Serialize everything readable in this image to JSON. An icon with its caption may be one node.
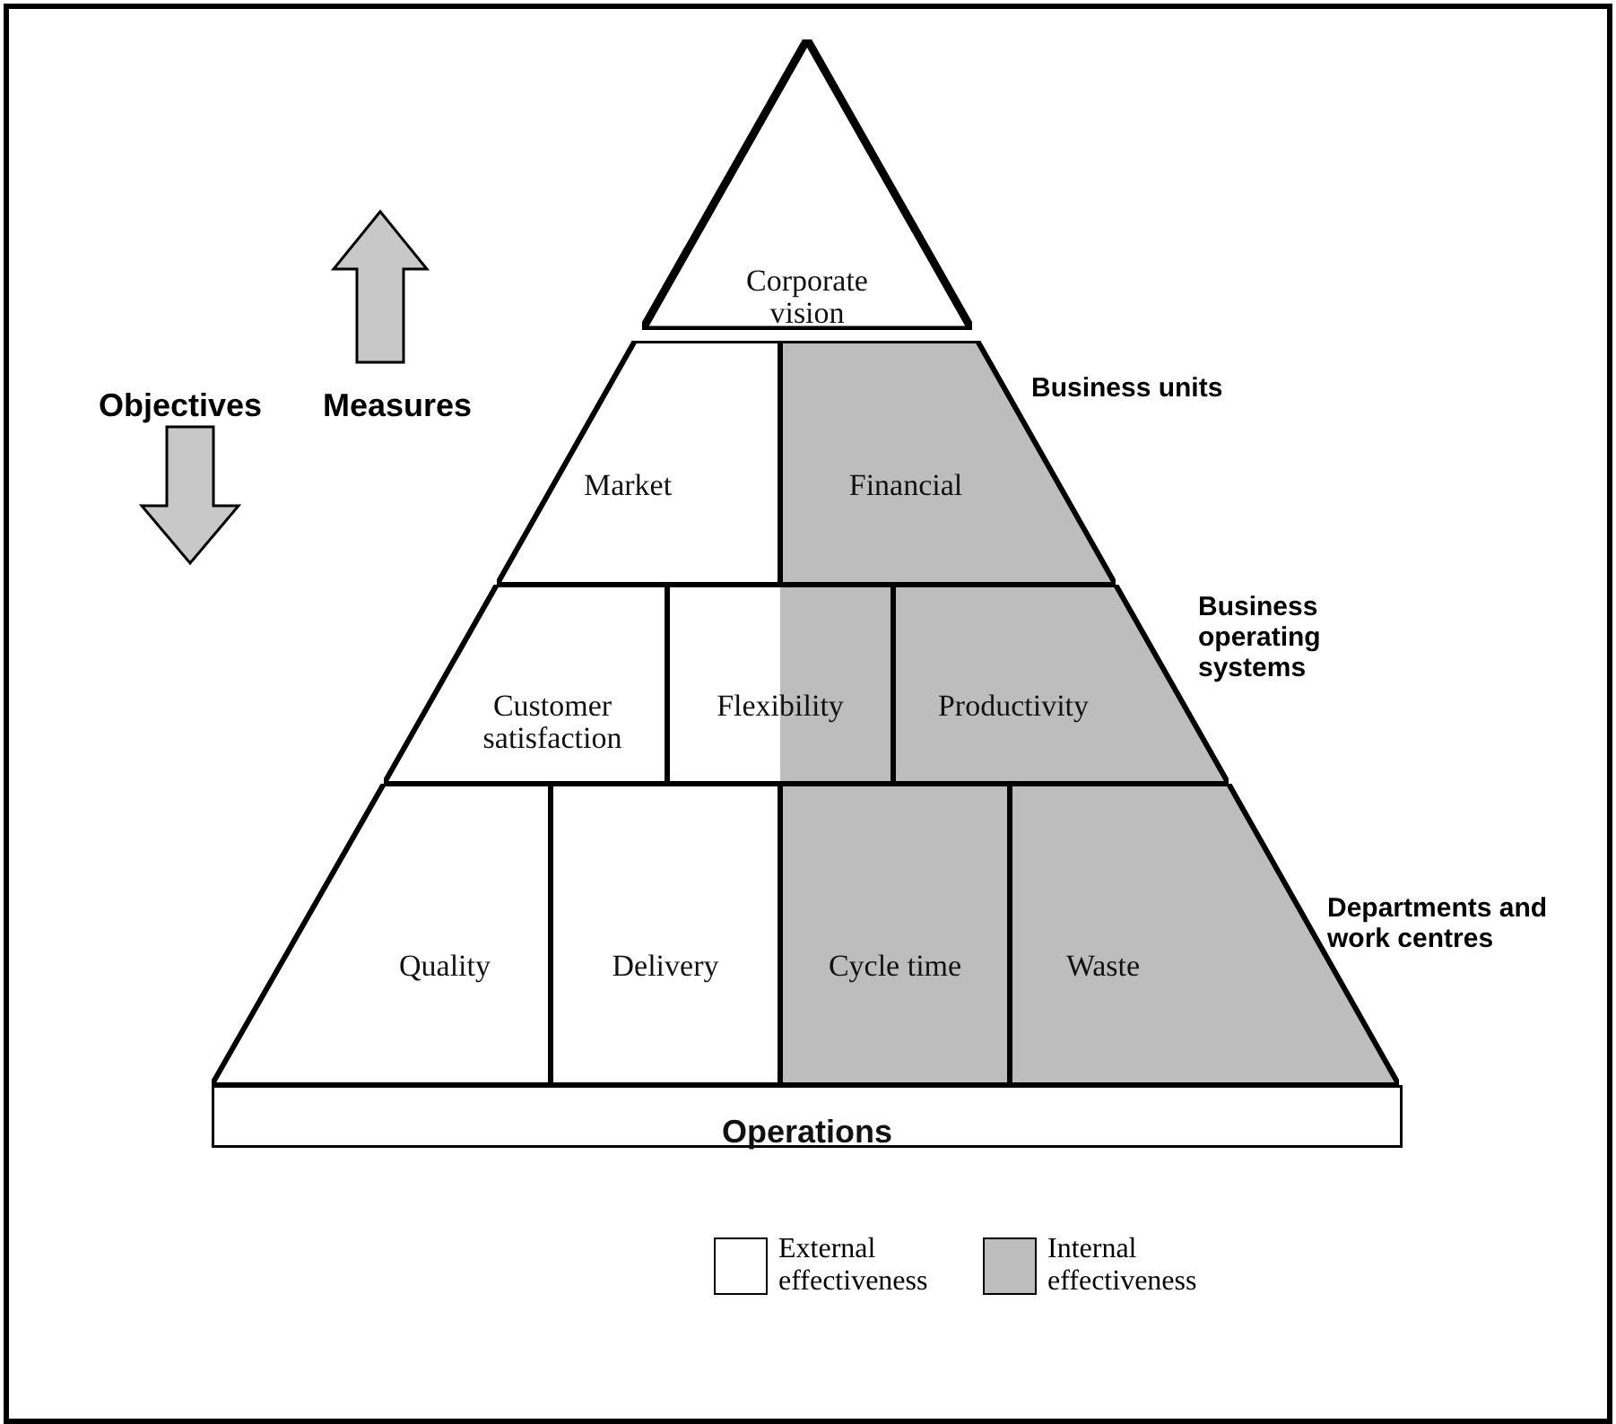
{
  "diagram": {
    "nodes": [
      {
        "text": [
          "Corporate vision"
        ]
      },
      {
        "text": [
          "Market"
        ]
      },
      {
        "text": [
          "Financial"
        ]
      },
      {
        "text": [
          "Customer satisfaction"
        ]
      },
      {
        "text": [
          "Flexibility"
        ]
      },
      {
        "text": [
          "Productivity"
        ]
      },
      {
        "text": [
          "Quality"
        ]
      },
      {
        "text": [
          "Delivery"
        ]
      },
      {
        "text": [
          "Cycle time"
        ]
      },
      {
        "text": [
          "Waste"
        ]
      },
      {
        "text": [
          "Operations"
        ]
      }
    ],
    "edges": [],
    "labels": [
      "Objectives",
      "Measures",
      "Business units",
      "Business operating systems",
      "Departments and work centres"
    ],
    "legend": [
      {
        "text": "External effectiveness",
        "color": "#ffffff"
      },
      {
        "text": "Internal effectiveness",
        "color": "#bdbdbd"
      }
    ]
  }
}
